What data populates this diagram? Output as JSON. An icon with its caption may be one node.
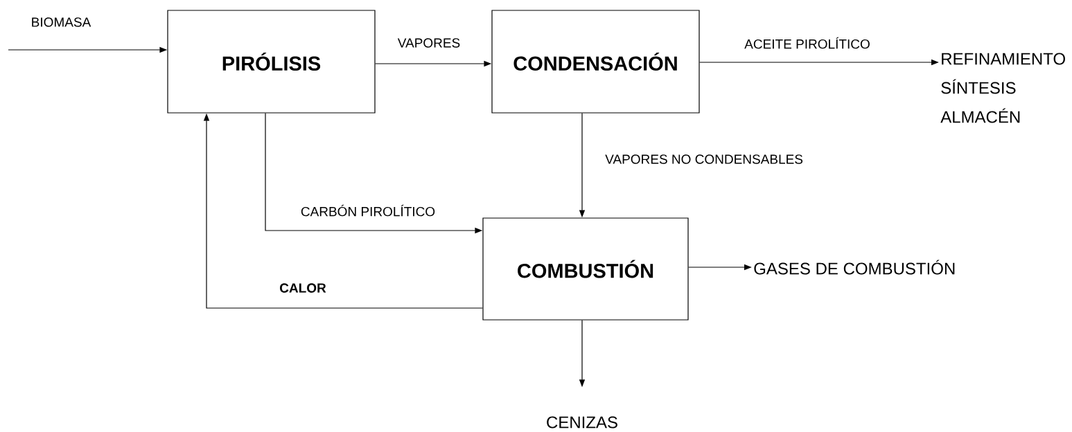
{
  "diagram": {
    "nodes": [
      {
        "text": [
          "PIRÓLISIS"
        ]
      },
      {
        "text": [
          "CONDENSACIÓN"
        ]
      },
      {
        "text": [
          "COMBUSTIÓN"
        ]
      },
      {
        "text": [
          "REFINAMIENTO",
          "SÍNTESIS",
          "ALMACÉN"
        ]
      },
      {
        "text": [
          "GASES DE COMBUSTIÓN"
        ]
      },
      {
        "text": [
          "CENIZAS"
        ]
      }
    ],
    "edges": [
      {
        "from": null,
        "to": 0,
        "arrow": "to",
        "label": "BIOMASA"
      },
      {
        "from": 0,
        "to": 1,
        "arrow": "to",
        "label": "VAPORES"
      },
      {
        "from": 1,
        "to": 3,
        "arrow": "to",
        "label": "ACEITE PIROLÍTICO"
      },
      {
        "from": 1,
        "to": 2,
        "arrow": "to",
        "label": "VAPORES NO CONDENSABLES"
      },
      {
        "from": 0,
        "to": 2,
        "arrow": "to",
        "label": "CARBÓN PIROLÍTICO"
      },
      {
        "from": 2,
        "to": 0,
        "arrow": "to",
        "label": "CALOR"
      },
      {
        "from": 2,
        "to": 4,
        "arrow": "to"
      },
      {
        "from": 2,
        "to": 5,
        "arrow": "to"
      }
    ]
  }
}
